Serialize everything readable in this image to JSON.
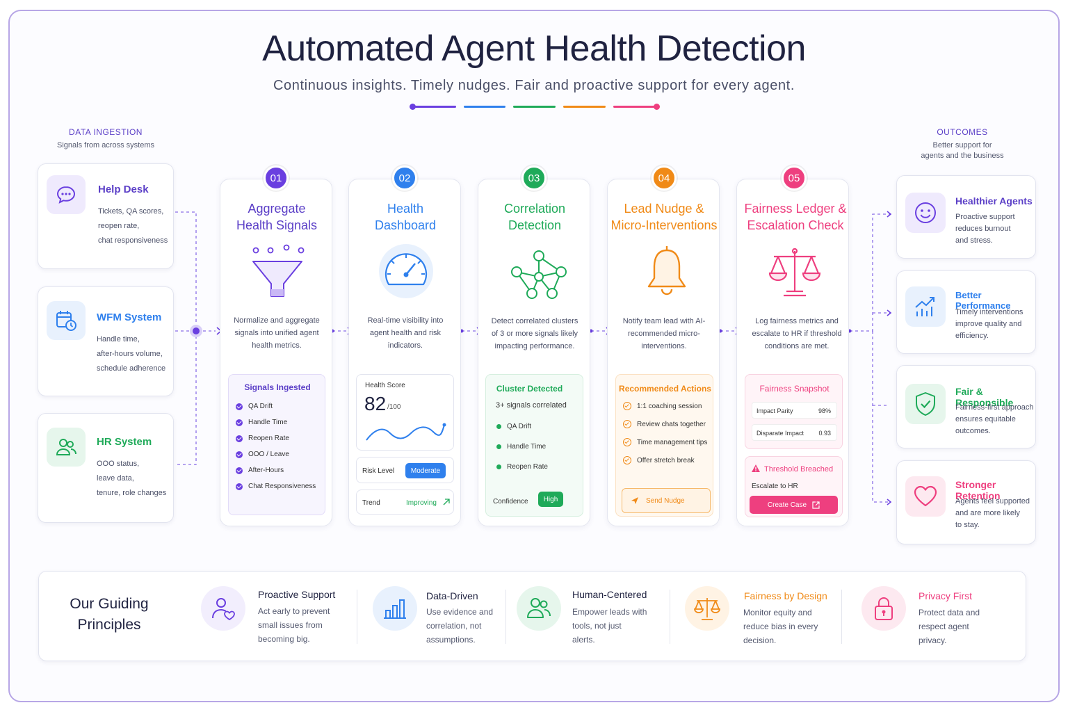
{
  "header": {
    "title": "Automated Agent Health Detection",
    "subtitle": "Continuous insights. Timely nudges. Fair and proactive support for every agent."
  },
  "colors": {
    "purple": "#6a3fe0",
    "blue": "#2f80ed",
    "green": "#1faa59",
    "orange": "#f08a17",
    "pink": "#ee3f7f"
  },
  "ingestion": {
    "heading": "DATA INGESTION",
    "sub": "Signals from across systems",
    "sources": [
      {
        "title": "Help Desk",
        "icon": "chat-bubble-icon",
        "lines": [
          "Tickets, QA scores,",
          "reopen rate,",
          "chat responsiveness"
        ]
      },
      {
        "title": "WFM System",
        "icon": "calendar-clock-icon",
        "lines": [
          "Handle time,",
          "after-hours volume,",
          "schedule adherence"
        ]
      },
      {
        "title": "HR System",
        "icon": "people-icon",
        "lines": [
          "OOO status,",
          "leave data,",
          "tenure, role changes"
        ]
      }
    ]
  },
  "steps": [
    {
      "num": "01",
      "title1": "Aggregate",
      "title2": "Health Signals",
      "icon": "funnel-icon",
      "desc": [
        "Normalize and aggregate",
        "signals into unified agent",
        "health metrics."
      ],
      "panel_title": "Signals Ingested",
      "items": [
        "QA Drift",
        "Handle Time",
        "Reopen Rate",
        "OOO / Leave",
        "After-Hours",
        "Chat Responsiveness"
      ]
    },
    {
      "num": "02",
      "title1": "Health",
      "title2": "Dashboard",
      "icon": "gauge-icon",
      "desc": [
        "Real-time visibility into",
        "agent health and risk",
        "indicators."
      ],
      "score_label": "Health Score",
      "score": "82",
      "score_max": "/100",
      "risk_label": "Risk Level",
      "risk_value": "Moderate",
      "trend_label": "Trend",
      "trend_value": "Improving"
    },
    {
      "num": "03",
      "title1": "Correlation",
      "title2": "Detection",
      "icon": "network-icon",
      "desc": [
        "Detect correlated clusters",
        "of 3 or more signals likely",
        "impacting performance."
      ],
      "panel_title": "Cluster Detected",
      "panel_sub": "3+ signals correlated",
      "items": [
        "QA Drift",
        "Handle Time",
        "Reopen Rate"
      ],
      "confidence_label": "Confidence",
      "confidence_value": "High"
    },
    {
      "num": "04",
      "title1": "Lead Nudge &",
      "title2": "Micro-Interventions",
      "icon": "bell-icon",
      "desc": [
        "Notify team lead with AI-",
        "recommended micro-",
        "interventions."
      ],
      "panel_title": "Recommended Actions",
      "items": [
        "1:1 coaching session",
        "Review chats together",
        "Time management tips",
        "Offer stretch break"
      ],
      "button": "Send Nudge"
    },
    {
      "num": "05",
      "title1": "Fairness Ledger &",
      "title2": "Escalation Check",
      "icon": "scales-icon",
      "desc": [
        "Log fairness metrics and",
        "escalate to HR if threshold",
        "conditions are met."
      ],
      "panel_title": "Fairness Snapshot",
      "metrics": [
        {
          "label": "Impact Parity",
          "value": "98%"
        },
        {
          "label": "Disparate Impact",
          "value": "0.93"
        }
      ],
      "alert_title": "Threshold Breached",
      "alert_sub": "Escalate to HR",
      "button": "Create Case"
    }
  ],
  "outcomes": {
    "heading": "OUTCOMES",
    "sub": [
      "Better support for",
      "agents and the business"
    ],
    "items": [
      {
        "title": "Healthier Agents",
        "icon": "smile-icon",
        "lines": [
          "Proactive support",
          "reduces burnout",
          "and stress."
        ]
      },
      {
        "title": "Better Performance",
        "icon": "trend-chart-icon",
        "lines": [
          "Timely interventions",
          "improve quality and",
          "efficiency."
        ]
      },
      {
        "title": "Fair & Responsible",
        "icon": "shield-check-icon",
        "lines": [
          "Fairness-first approach",
          "ensures equitable",
          "outcomes."
        ]
      },
      {
        "title": "Stronger Retention",
        "icon": "heart-icon",
        "lines": [
          "Agents feel supported",
          "and are more likely",
          "to stay."
        ]
      }
    ]
  },
  "principles": {
    "heading1": "Our Guiding",
    "heading2": "Principles",
    "items": [
      {
        "title": "Proactive Support",
        "icon": "person-heart-icon",
        "lines": [
          "Act early to prevent",
          "small issues from",
          "becoming big."
        ]
      },
      {
        "title": "Data-Driven",
        "icon": "bar-chart-icon",
        "lines": [
          "Use evidence and",
          "correlation, not",
          "assumptions."
        ]
      },
      {
        "title": "Human-Centered",
        "icon": "people-icon",
        "lines": [
          "Empower leads with",
          "tools, not just",
          "alerts."
        ]
      },
      {
        "title": "Fairness by Design",
        "icon": "scales-icon",
        "lines": [
          "Monitor equity and",
          "reduce bias in every",
          "decision."
        ]
      },
      {
        "title": "Privacy First",
        "icon": "lock-icon",
        "lines": [
          "Protect data and",
          "respect agent",
          "privacy."
        ]
      }
    ]
  }
}
